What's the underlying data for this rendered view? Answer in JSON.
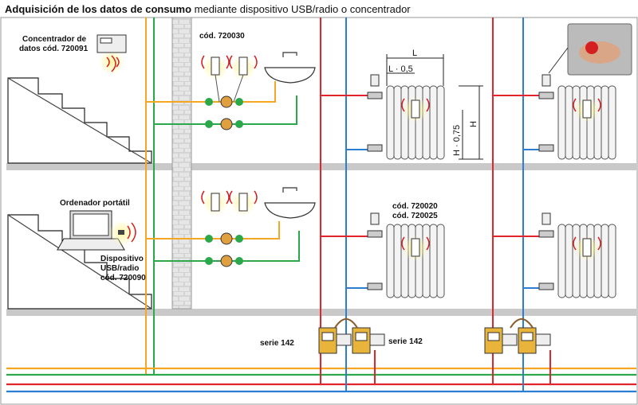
{
  "title": {
    "bold": "Adquisición de los datos de consumo",
    "rest": " mediante dispositivo USB/radio o concentrador"
  },
  "labels": {
    "concentrator_line1": "Concentrador de",
    "concentrator_line2": "datos cód. 720091",
    "meter_code": "cód. 720030",
    "laptop": "Ordenador portátil",
    "usb_line1": "Dispositivo",
    "usb_line2": "USB/radio",
    "usb_line3": "cód. 720090",
    "radiator_code1": "cód. 720020",
    "radiator_code2": "cód. 720025",
    "serie_left": "serie 142",
    "serie_right": "serie 142",
    "dim_L": "L",
    "dim_L05": "L · 0,5",
    "dim_H075": "H · 0,75",
    "dim_H": "H"
  },
  "colors": {
    "orange_pipe": "#f5a623",
    "green_pipe": "#2aa84a",
    "red_pipe": "#e2242b",
    "blue_pipe": "#2a7fd4",
    "floor": "#c9c9c9",
    "brick": "#d9d9d9",
    "radio_wave": "#d42020",
    "glow": "#fff27a"
  },
  "icons": [
    "concentrator-icon",
    "laptop-icon",
    "usb-radio-icon",
    "radio-wave-icon",
    "water-meter-icon",
    "sink-icon",
    "radiator-icon",
    "thermostatic-valve-icon",
    "heat-meter-icon",
    "hand-photo-icon"
  ]
}
